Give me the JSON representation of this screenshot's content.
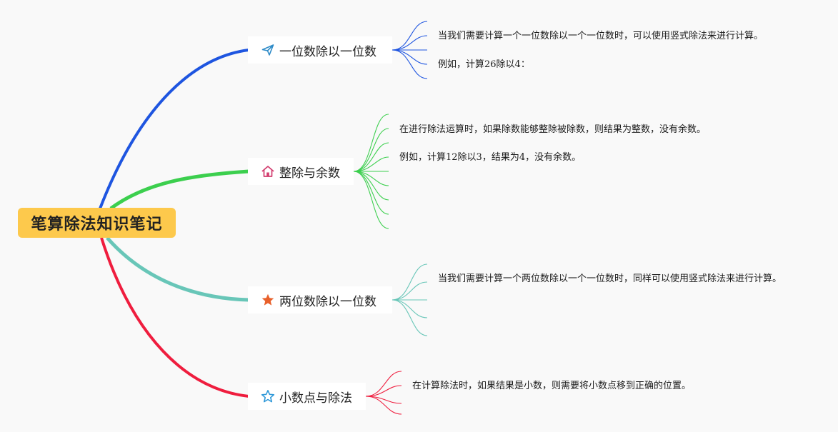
{
  "root": {
    "label": "笔算除法知识笔记",
    "color": "#fdc94c"
  },
  "branches": [
    {
      "label": "一位数除以一位数",
      "icon": "paper-plane-icon",
      "color": "#1e55e0",
      "notes": [
        "当我们需要计算一个一位数除以一个一位数时，可以使用竖式除法来进行计算。",
        "例如，计算26除以4："
      ]
    },
    {
      "label": "整除与余数",
      "icon": "house-icon",
      "color": "#3ccf4e",
      "notes": [
        "在进行除法运算时，如果除数能够整除被除数，则结果为整数，没有余数。",
        "例如，计算12除以3，结果为4，没有余数。"
      ]
    },
    {
      "label": "两位数除以一位数",
      "icon": "star-filled-icon",
      "color": "#68c6b8",
      "notes": [
        "当我们需要计算一个两位数除以一个一位数时，同样可以使用竖式除法来进行计算。"
      ]
    },
    {
      "label": "小数点与除法",
      "icon": "star-outline-icon",
      "color": "#ef1d3e",
      "notes": [
        "在计算除法时，如果结果是小数，则需要将小数点移到正确的位置。"
      ]
    }
  ]
}
